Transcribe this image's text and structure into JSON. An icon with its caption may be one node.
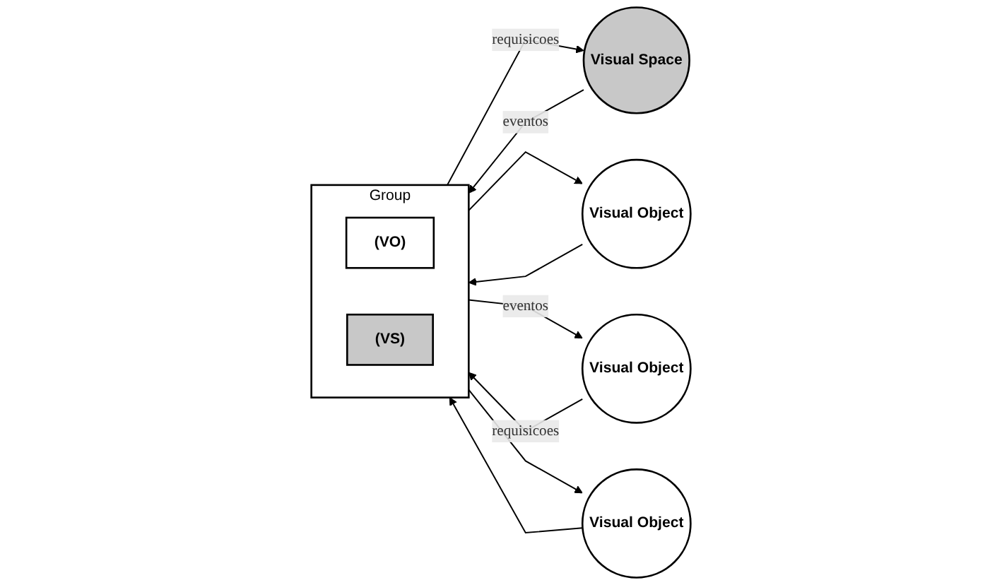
{
  "diagram": {
    "nodes": [
      {
        "text": [
          "Visual Space"
        ]
      },
      {
        "text": [
          "Group"
        ]
      },
      {
        "text": [
          "(VO)"
        ],
        "in": 1
      },
      {
        "text": [
          "(VS)"
        ],
        "in": 1
      },
      {
        "text": [
          "Visual Object"
        ]
      },
      {
        "text": [
          "Visual Object"
        ]
      },
      {
        "text": [
          "Visual Object"
        ]
      }
    ],
    "edges": [
      {
        "from": 1,
        "to": 0,
        "arrow": "to",
        "label": "requisicoes"
      },
      {
        "from": 0,
        "to": 1,
        "arrow": "to",
        "label": "eventos"
      },
      {
        "from": 4,
        "to": 1,
        "arrow": "to"
      },
      {
        "from": 1,
        "to": 4,
        "arrow": "to"
      },
      {
        "from": 5,
        "to": 1,
        "arrow": "to",
        "label": "requisicoes"
      },
      {
        "from": 1,
        "to": 5,
        "arrow": "to",
        "label": "eventos"
      },
      {
        "from": 1,
        "to": 6,
        "arrow": "to"
      },
      {
        "from": 6,
        "to": 1,
        "arrow": "to"
      }
    ]
  }
}
